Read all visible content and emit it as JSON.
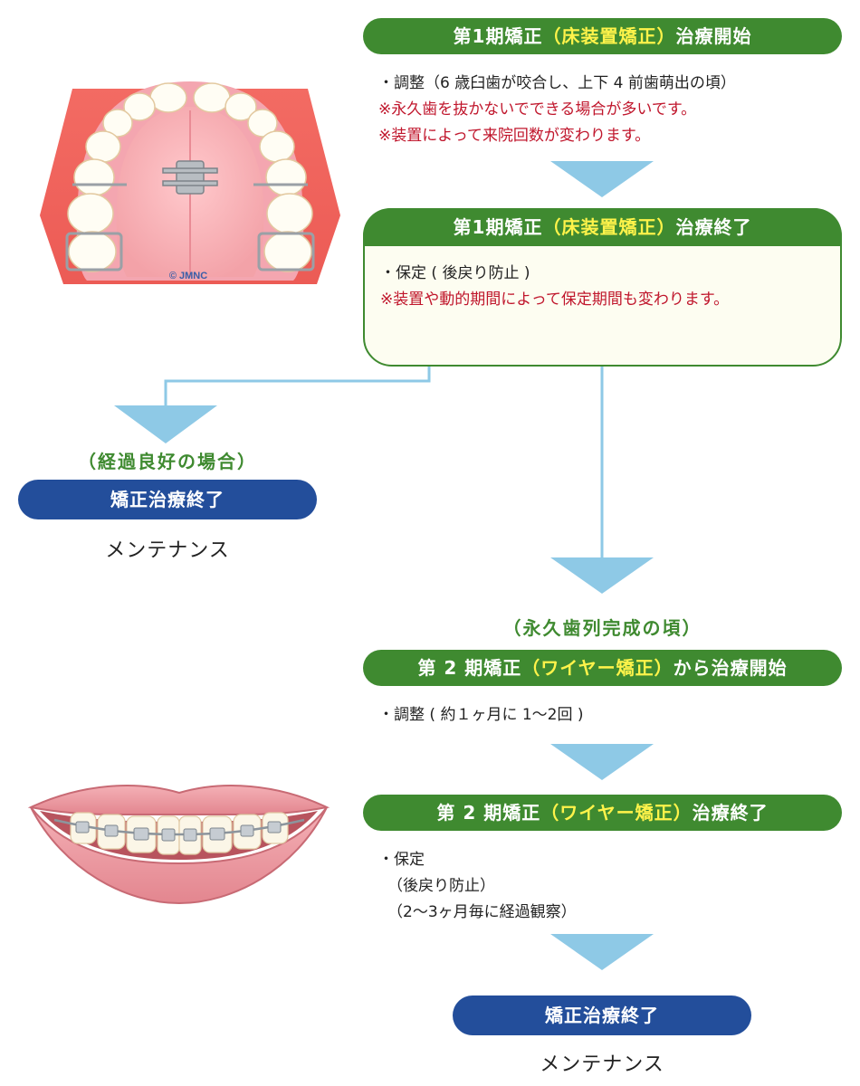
{
  "phase1_start": {
    "pre": "第1期矯正",
    "highlight": "（床装置矯正）",
    "post": "治療開始",
    "notes": [
      {
        "text": "・調整（6 歳臼歯が咬合し、上下 4 前歯萌出の頃）",
        "color": "black"
      },
      {
        "text": "※永久歯を抜かないでできる場合が多いです。",
        "color": "red"
      },
      {
        "text": "※装置によって来院回数が変わります。",
        "color": "red"
      }
    ]
  },
  "phase1_end": {
    "pre": "第1期矯正",
    "highlight": "（床装置矯正）",
    "post": "治療終了",
    "notes": [
      {
        "text": "・保定 ( 後戻り防止 )",
        "color": "black"
      },
      {
        "text": "※装置や動的期間によって保定期間も変わります。",
        "color": "red"
      }
    ]
  },
  "good_progress": {
    "condition": "（経過良好の場合）",
    "end_label": "矯正治療終了",
    "maintenance": "メンテナンス"
  },
  "phase2_start": {
    "condition": "（永久歯列完成の頃）",
    "pre": "第 2 期矯正",
    "highlight": "（ワイヤー矯正）",
    "post": "から治療開始",
    "notes": [
      {
        "text": "・調整 ( 約１ヶ月に 1～2回 )",
        "color": "black"
      }
    ]
  },
  "phase2_end": {
    "pre": "第 2 期矯正",
    "highlight": "（ワイヤー矯正）",
    "post": "治療終了",
    "notes": [
      {
        "text": "・保定",
        "color": "black"
      },
      {
        "text": "（後戻り防止）",
        "color": "black"
      },
      {
        "text": "（2～3ヶ月毎に経過観察）",
        "color": "black"
      }
    ]
  },
  "final": {
    "end_label": "矯正治療終了",
    "maintenance": "メンテナンス"
  },
  "illustration": {
    "copyright": "© JMNC"
  },
  "colors": {
    "green": "#3f8a30",
    "highlight_yellow": "#fff34a",
    "navy": "#234e9b",
    "red_text": "#c0162c",
    "arrow_blue": "#8ec9e6"
  }
}
